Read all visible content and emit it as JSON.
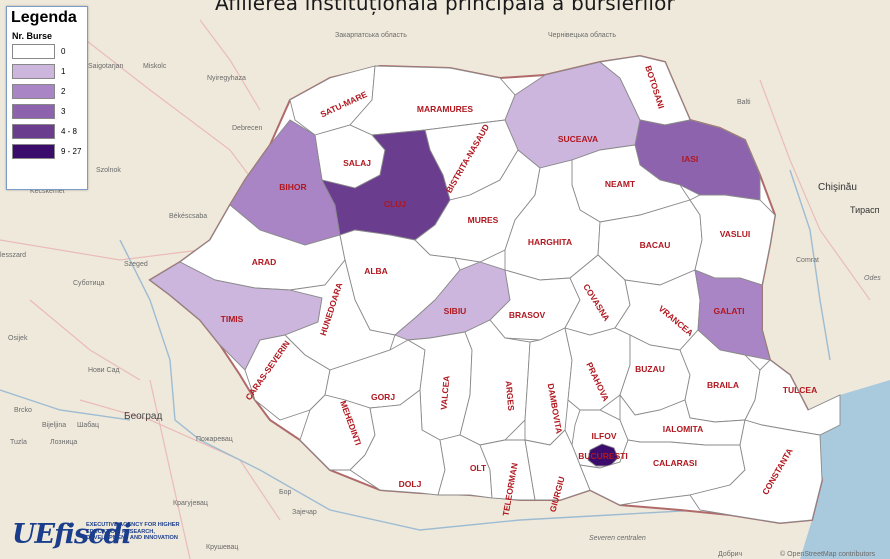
{
  "title": "Afilierea instituțională principală a bursierilor",
  "legend": {
    "title": "Legenda",
    "subtitle": "Nr. Burse",
    "classes": [
      {
        "label": "0",
        "color": "#ffffff"
      },
      {
        "label": "1",
        "color": "#cdb6de"
      },
      {
        "label": "2",
        "color": "#a985c5"
      },
      {
        "label": "3",
        "color": "#8c63ac"
      },
      {
        "label": "4 - 8",
        "color": "#6a3d8f"
      },
      {
        "label": "9 - 27",
        "color": "#3b0c6b"
      }
    ]
  },
  "counties": [
    {
      "name": "SATU-MARE",
      "class": 0
    },
    {
      "name": "MARAMURES",
      "class": 0
    },
    {
      "name": "SUCEAVA",
      "class": 1
    },
    {
      "name": "BOTOSANI",
      "class": 0
    },
    {
      "name": "SALAJ",
      "class": 0
    },
    {
      "name": "BISTRITA-NASAUD",
      "class": 0
    },
    {
      "name": "BIHOR",
      "class": 2
    },
    {
      "name": "CLUJ",
      "class": 4
    },
    {
      "name": "IASI",
      "class": 3
    },
    {
      "name": "NEAMT",
      "class": 0
    },
    {
      "name": "ARAD",
      "class": 0
    },
    {
      "name": "MURES",
      "class": 0
    },
    {
      "name": "HARGHITA",
      "class": 0
    },
    {
      "name": "BACAU",
      "class": 0
    },
    {
      "name": "VASLUI",
      "class": 0
    },
    {
      "name": "ALBA",
      "class": 0
    },
    {
      "name": "TIMIS",
      "class": 1
    },
    {
      "name": "HUNEDOARA",
      "class": 0
    },
    {
      "name": "SIBIU",
      "class": 1
    },
    {
      "name": "BRASOV",
      "class": 0
    },
    {
      "name": "COVASNA",
      "class": 0
    },
    {
      "name": "VRANCEA",
      "class": 0
    },
    {
      "name": "GALATI",
      "class": 2
    },
    {
      "name": "CARAS-SEVERIN",
      "class": 0
    },
    {
      "name": "GORJ",
      "class": 0
    },
    {
      "name": "VALCEA",
      "class": 0
    },
    {
      "name": "ARGES",
      "class": 0
    },
    {
      "name": "DAMBOVITA",
      "class": 0
    },
    {
      "name": "PRAHOVA",
      "class": 0
    },
    {
      "name": "BUZAU",
      "class": 0
    },
    {
      "name": "BRAILA",
      "class": 0
    },
    {
      "name": "TULCEA",
      "class": 0
    },
    {
      "name": "MEHEDINTI",
      "class": 0
    },
    {
      "name": "ILFOV",
      "class": 0
    },
    {
      "name": "IALOMITA",
      "class": 0
    },
    {
      "name": "BUCURESTI",
      "class": 5
    },
    {
      "name": "DOLJ",
      "class": 0
    },
    {
      "name": "OLT",
      "class": 0
    },
    {
      "name": "TELEORMAN",
      "class": 0
    },
    {
      "name": "GIURGIU",
      "class": 0
    },
    {
      "name": "CALARASI",
      "class": 0
    },
    {
      "name": "CONSTANTA",
      "class": 0
    }
  ],
  "basemap_labels": [
    "Закарпатська область",
    "Чернівецька область",
    "Balti",
    "Chişinău",
    "Тирасп",
    "Comrat",
    "Odes",
    "Saigotarjan",
    "Miskolc",
    "Nyiregyhaza",
    "Debrecen",
    "Szolnok",
    "Kecskemét",
    "Békéscsaba",
    "Szeged",
    "Суботица",
    "Osijek",
    "Нови Сад",
    "Brcko",
    "Bijeljina",
    "Шабац",
    "Tuzla",
    "Лозница",
    "Београд",
    "Пожаревац",
    "Бор",
    "Крагујевац",
    "Зајечар",
    "Крушевац",
    "Severen centralen",
    "Добрич",
    "© OpenStreetMap contributors",
    "lesszard"
  ],
  "logo": {
    "mark": "UEfiscdi",
    "text": "EXECUTIVE AGENCY FOR HIGHER EDUCATION, RESEARCH, DEVELOPMENT AND INNOVATION"
  },
  "colors": {
    "label": "#b0171f",
    "border": "#8a6060",
    "basemap": "#efe9dc",
    "sea": "#a9c9dd"
  }
}
